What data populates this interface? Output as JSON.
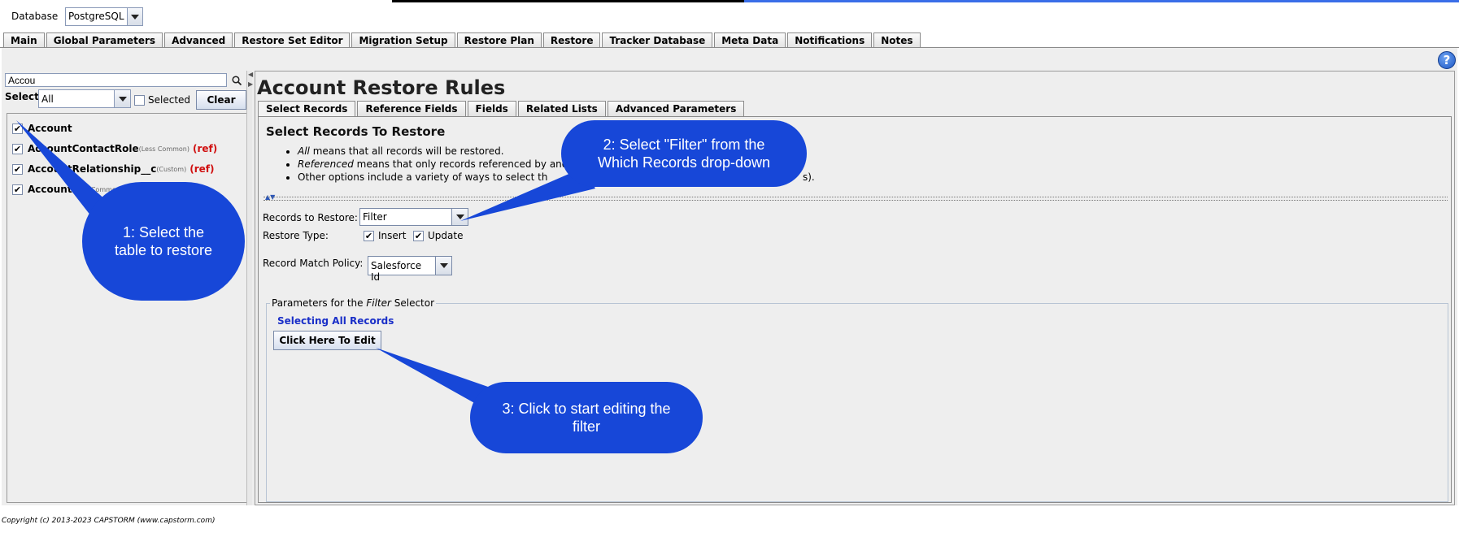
{
  "database": {
    "label": "Database",
    "selected": "PostgreSQL"
  },
  "main_tabs": [
    {
      "label": "Main"
    },
    {
      "label": "Global Parameters"
    },
    {
      "label": "Advanced"
    },
    {
      "label": "Restore Set Editor",
      "active": true
    },
    {
      "label": "Migration Setup"
    },
    {
      "label": "Restore Plan"
    },
    {
      "label": "Restore"
    },
    {
      "label": "Tracker Database"
    },
    {
      "label": "Meta Data"
    },
    {
      "label": "Notifications"
    },
    {
      "label": "Notes"
    }
  ],
  "left": {
    "search_value": "Accou",
    "select_label": "Select:",
    "select_value": "All",
    "selected_checkbox_label": "Selected",
    "clear_label": "Clear",
    "items": [
      {
        "name": "Account",
        "sup": "",
        "ref": "",
        "checked": true
      },
      {
        "name": "AccountContactRole",
        "sup": "(Less Common)",
        "ref": "(ref)",
        "checked": true
      },
      {
        "name": "AccountRelationship__c",
        "sup": "(Custom)",
        "ref": "(ref)",
        "checked": true
      },
      {
        "name": "Account",
        "sup": "(Less Common)",
        "ref": "",
        "checked": true
      }
    ]
  },
  "right": {
    "title": "Account Restore Rules",
    "sub_tabs": [
      {
        "label": "Select Records",
        "active": true
      },
      {
        "label": "Reference Fields"
      },
      {
        "label": "Fields"
      },
      {
        "label": "Related Lists"
      },
      {
        "label": "Advanced Parameters"
      }
    ],
    "heading": "Select Records To Restore",
    "bullet1_em": "All",
    "bullet1_rest": " means that all records will be restored.",
    "bullet2_em": "Referenced",
    "bullet2_rest": " means that only records referenced by ano",
    "bullet3": "Other options include a variety of ways to select th",
    "bullet3_tail": "s).",
    "records_to_restore_label": "Records to Restore:",
    "records_to_restore_value": "Filter",
    "restore_type_label": "Restore Type:",
    "insert_label": "Insert",
    "update_label": "Update",
    "match_policy_label": "Record Match Policy:",
    "match_policy_value": "Salesforce Id",
    "params_legend_prefix": "Parameters for the ",
    "params_legend_em": "Filter",
    "params_legend_suffix": " Selector",
    "selecting_all": "Selecting All Records",
    "edit_button": "Click Here To Edit"
  },
  "callouts": {
    "one_line1": "1: Select the",
    "one_line2": "table to restore",
    "two_line1": "2: Select \"Filter\" from the",
    "two_line2": "Which Records drop-down",
    "three_line1": "3: Click to start editing the",
    "three_line2": "filter",
    "color": "#1747d8"
  },
  "copyright": "Copyright (c) 2013-2023 CAPSTORM (www.capstorm.com)"
}
